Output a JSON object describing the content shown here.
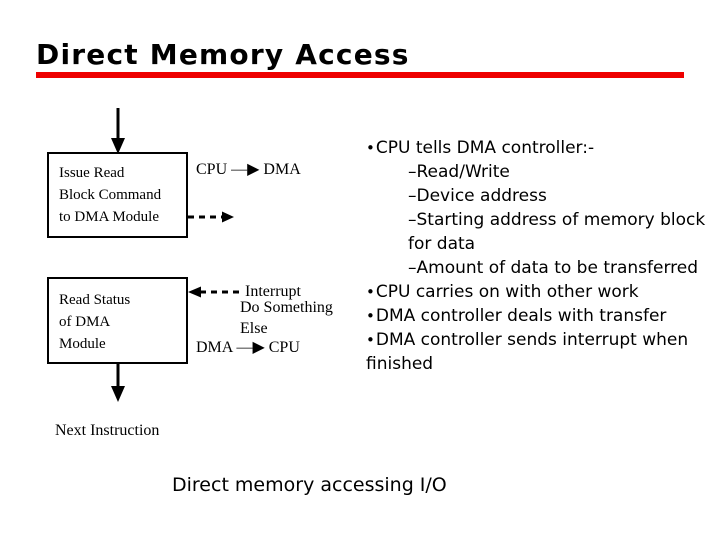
{
  "slide": {
    "title": "Direct Memory Access",
    "accent_color": "#ee0000",
    "background_color": "#ffffff",
    "text_color": "#000000",
    "caption": "Direct memory accessing I/O"
  },
  "diagram": {
    "boxes": [
      {
        "id": "issue-read",
        "text": "Issue Read\nBlock Command\nto DMA Module"
      },
      {
        "id": "read-status",
        "text": "Read Status\nof DMA\nModule"
      }
    ],
    "labels": {
      "cpu_to_dma": "CPU —▶ DMA",
      "do_something_else": "Do Something\nElse",
      "interrupt": "Interrupt",
      "dma_to_cpu": "DMA —▶ CPU",
      "next_instruction": "Next Instruction"
    },
    "arrows": [
      {
        "id": "entry-arrow",
        "style": "solid",
        "direction": "down"
      },
      {
        "id": "cpu-dma-arrow",
        "style": "solid",
        "direction": "right"
      },
      {
        "id": "do-something-else-arrow",
        "style": "dashed",
        "direction": "right"
      },
      {
        "id": "interrupt-arrow",
        "style": "dashed",
        "direction": "left"
      },
      {
        "id": "dma-cpu-arrow",
        "style": "solid",
        "direction": "right"
      },
      {
        "id": "exit-arrow",
        "style": "solid",
        "direction": "down"
      }
    ]
  },
  "bullets": [
    {
      "level": 1,
      "text": "CPU tells DMA controller:-"
    },
    {
      "level": 2,
      "text": "Read/Write"
    },
    {
      "level": 2,
      "text": "Device address"
    },
    {
      "level": 2,
      "text": "Starting address of memory block"
    },
    {
      "level": 2,
      "continuation": true,
      "text": "for data"
    },
    {
      "level": 2,
      "text": "Amount of data to be transferred"
    },
    {
      "level": 1,
      "text": "CPU carries on with other work"
    },
    {
      "level": 1,
      "text": "DMA controller deals with transfer"
    },
    {
      "level": 1,
      "text": "DMA controller sends interrupt when"
    },
    {
      "level": 1,
      "continuation": true,
      "text": "finished"
    }
  ]
}
